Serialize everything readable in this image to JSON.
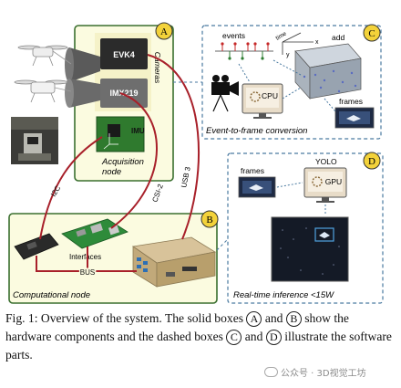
{
  "hardware": {
    "evk4": "EVK4",
    "imx219": "IMX219",
    "cameras": "Cameras",
    "imu": "IMU",
    "acquisition_node": [
      "Acquisition",
      "node"
    ],
    "computational_node": "Computational node",
    "interfaces": "Interfaces",
    "bus": "BUS",
    "i2c": "I2C",
    "csi2": "CSI-2",
    "usb3": "USB 3"
  },
  "software": {
    "events": "events",
    "time": "time",
    "x_axis": "x",
    "y_axis": "y",
    "add": "add",
    "cpu": "CPU",
    "frames_c": "frames",
    "event_to_frame": "Event-to-frame conversion",
    "frames_d": "frames",
    "yolo": "YOLO",
    "gpu": "GPU",
    "realtime": "Real-time inference <15W"
  },
  "markers": {
    "a": "A",
    "b": "B",
    "c": "C",
    "d": "D"
  },
  "caption": {
    "part1": "Fig. 1: Overview of the system. The solid boxes ",
    "part2": " and ",
    "part3": " show the hardware components and the dashed boxes ",
    "part4": " and ",
    "part5": " illustrate the software parts."
  },
  "watermark": "公众号 · 3D视觉工坊",
  "colors": {
    "hw_box_border": "#3a6f2f",
    "hw_box_fill": "#fbfbe0",
    "sw_box_border": "#4a7aa0",
    "marker_fill": "#f3d23a",
    "cable": "#a8202a",
    "positive_event": "#c62828",
    "negative_event": "#2e7d32"
  }
}
